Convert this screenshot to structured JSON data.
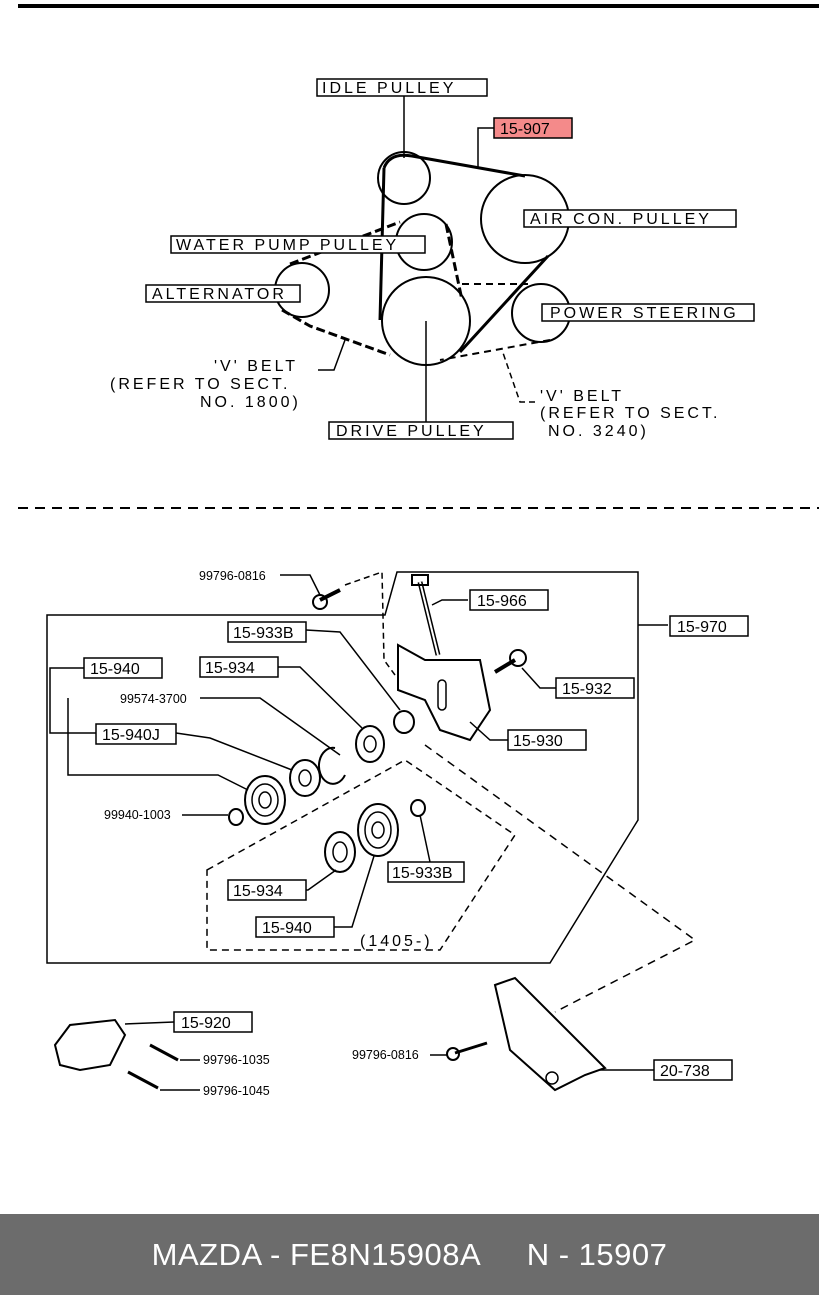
{
  "belt_diagram": {
    "idle_pulley": "IDLE PULLEY",
    "highlight_part": "15-907",
    "air_con_pulley": "AIR CON. PULLEY",
    "water_pump_pulley": "WATER PUMP PULLEY",
    "alternator": "ALTERNATOR",
    "power_steering": "POWER STEERING",
    "drive_pulley": "DRIVE PULLEY",
    "v_belt_left": [
      "'V' BELT",
      "(REFER TO SECT.",
      "NO. 1800)"
    ],
    "v_belt_right": [
      "'V' BELT",
      "(REFER TO SECT.",
      "NO. 3240)"
    ],
    "highlight_color": "#f48a8a"
  },
  "parts_diagram": {
    "p_99796_0816_top": "99796-0816",
    "p_15_966": "15-966",
    "p_15_970": "15-970",
    "p_15_933b_top": "15-933B",
    "p_15_940": "15-940",
    "p_15_934_top": "15-934",
    "p_99574_3700": "99574-3700",
    "p_15_932": "15-932",
    "p_15_940j": "15-940J",
    "p_15_930": "15-930",
    "p_99940_1003": "99940-1003",
    "p_15_934_bottom": "15-934",
    "p_15_933b_bottom": "15-933B",
    "p_15_940_bottom": "15-940",
    "p_1405": "(1405-)",
    "p_15_920": "15-920",
    "p_99796_1035": "99796-1035",
    "p_99796_1045": "99796-1045",
    "p_99796_0816_bottom": "99796-0816",
    "p_20_738": "20-738"
  },
  "footer": {
    "brand_part": "MAZDA - FE8N15908A",
    "ref": "N - 15907"
  }
}
